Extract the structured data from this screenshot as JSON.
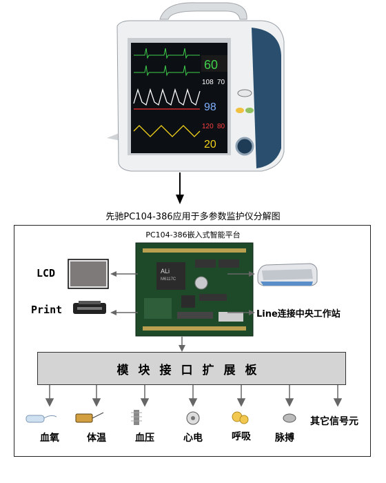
{
  "caption": "先驰PC104-386应用于多参数监护仪分解图",
  "platform": "PC104-386嵌入式智能平台",
  "monitor": {
    "readings": [
      "60",
      "108",
      "70",
      "98",
      "120",
      "80",
      "20"
    ]
  },
  "board": {
    "chip_label": "ALi",
    "chip_sub": "M6117C"
  },
  "peripherals": {
    "lcd": "LCD",
    "print": "Print",
    "line": "Line连接中央工作站"
  },
  "module_board": "模块接口扩展板",
  "sensors": [
    "血氧",
    "体温",
    "血压",
    "心电",
    "呼吸",
    "脉搏",
    "其它信号元"
  ]
}
